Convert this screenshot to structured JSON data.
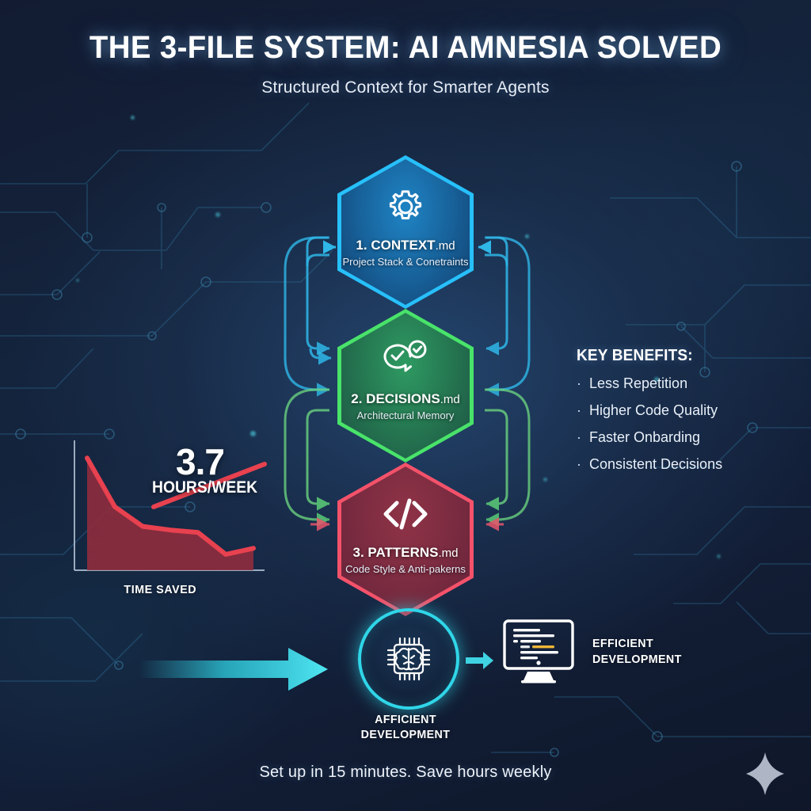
{
  "header": {
    "title": "THE 3-FILE SYSTEM: AI AMNESIA SOLVED",
    "subtitle": "Structured Context for Smarter Agents"
  },
  "nodes": [
    {
      "id": "context",
      "number": "1. ",
      "name": "CONTEXT",
      "ext": ".md",
      "subtitle": "Project Stack & Conetraints",
      "icon": "gear-icon",
      "color": "#27c0fb"
    },
    {
      "id": "decisions",
      "number": "2. ",
      "name": "DECISIONS",
      "ext": ".md",
      "subtitle": "Architectural Memory",
      "icon": "chat-check-icon",
      "color": "#49e36a"
    },
    {
      "id": "patterns",
      "number": "3. ",
      "name": "PATTERNS",
      "ext": ".md",
      "subtitle": "Code Style & Anti-pakerns",
      "icon": "code-brackets-icon",
      "color": "#f4526a"
    }
  ],
  "benefits": {
    "title": "KEY BENEFITS:",
    "bullet": "·",
    "items": [
      "Less Repetition",
      "Higher Code Quality",
      "Faster Onbarding",
      "Consistent Decisions"
    ]
  },
  "chart_data": {
    "type": "area",
    "title": "TIME SAVED",
    "value_label": "3.7",
    "unit_label": "HOURS/WEEK",
    "xlabel": "",
    "ylabel": "",
    "grid": false,
    "legend": "none",
    "x": [
      0,
      1,
      2,
      3,
      4,
      5,
      6
    ],
    "values": [
      9.2,
      5.2,
      3.6,
      3.3,
      3.1,
      1.3,
      1.8
    ],
    "ylim": [
      0,
      10
    ],
    "series_color": "#e8414f",
    "fill_color": "#8f2c3e",
    "annotation": "3.7 HOURS/WEEK"
  },
  "flow": {
    "brain_label_line1": "AFFICIENT",
    "brain_label_line2": "DEVELOPMENT",
    "monitor_label_line1": "EFFICIENT",
    "monitor_label_line2": "DEVELOPMENT"
  },
  "footer": {
    "text": "Set up in 15 minutes. Save hours weekly"
  },
  "colors": {
    "background_dark": "#121b31",
    "background_mid": "#24456e",
    "cyan": "#2fd6e8",
    "blue": "#27c0fb",
    "green": "#49e36a",
    "red": "#f4526a"
  }
}
